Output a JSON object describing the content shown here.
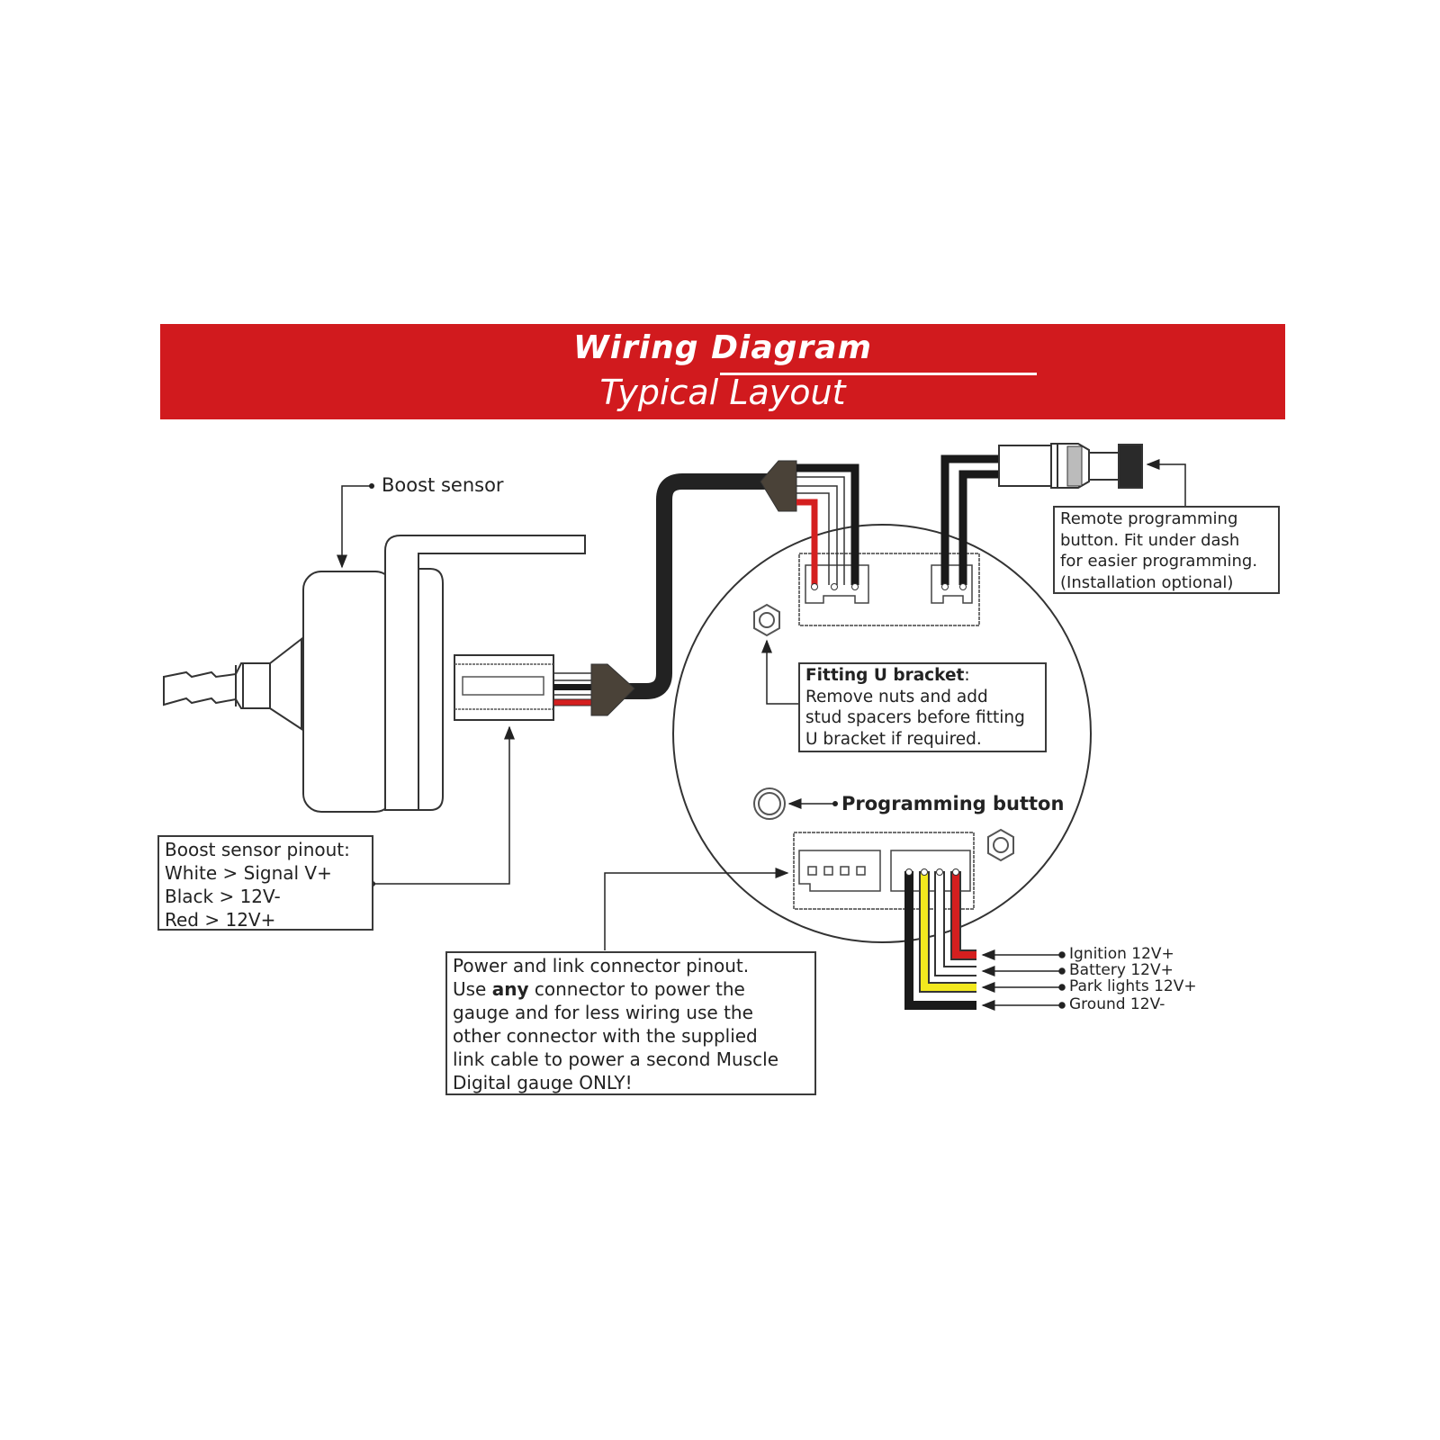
{
  "header": {
    "title": "Wiring Diagram",
    "subtitle": "Typical Layout",
    "color": "#d11a1e"
  },
  "callouts": {
    "boost_sensor": "Boost sensor",
    "programming_button": "Programming button"
  },
  "boost_pinout": {
    "title": "Boost sensor pinout:",
    "lines": [
      "White > Signal V+",
      "Black > 12V-",
      "Red > 12V+"
    ]
  },
  "remote_button_note": {
    "lines": [
      "Remote programming",
      "button. Fit under dash",
      "for easier programming.",
      "(Installation optional)"
    ]
  },
  "u_bracket_note": {
    "title": "Fitting U bracket",
    "title_suffix": ":",
    "lines": [
      "Remove nuts and add",
      "stud spacers before fitting",
      "U bracket if required."
    ]
  },
  "power_note": {
    "line1": "Power and link connector pinout.",
    "line2_pre": "Use ",
    "line2_bold": "any",
    "line2_post": " connector to power the",
    "lines": [
      "gauge and for less wiring use the",
      "other connector with the supplied",
      "link cable to power a second Muscle",
      "Digital gauge ONLY!"
    ]
  },
  "power_wires": [
    {
      "label": "Ignition 12V+",
      "color": "#d41f1f"
    },
    {
      "label": "Battery 12V+",
      "color": "#ffffff"
    },
    {
      "label": "Park lights 12V+",
      "color": "#f2e81e"
    },
    {
      "label": "Ground 12V-",
      "color": "#1a1a1a"
    }
  ],
  "colors": {
    "cable": "#222222",
    "connector_boot": "#4a4238",
    "red_wire": "#d41f1f",
    "yellow_wire": "#f2e81e",
    "outline": "#333333"
  }
}
